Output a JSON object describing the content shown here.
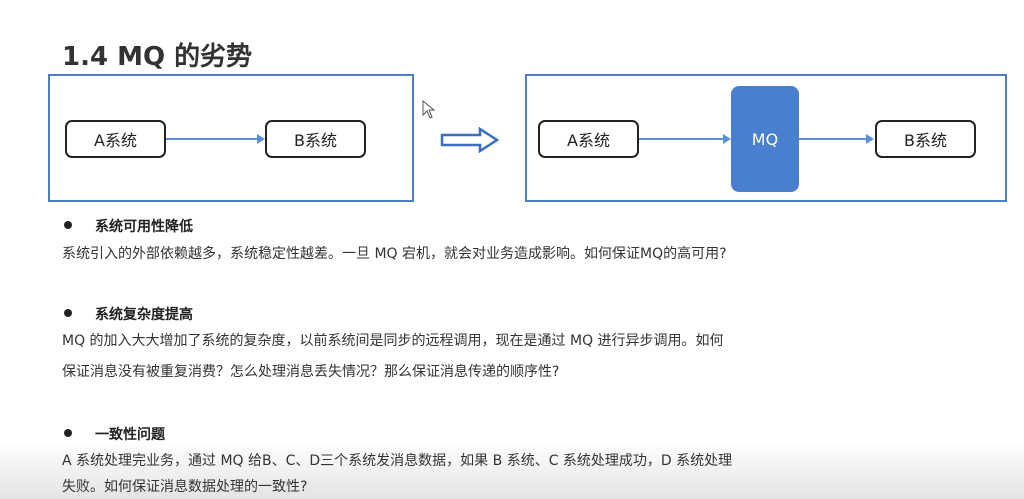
{
  "title": "1.4 MQ 的劣势",
  "diagram": {
    "before": {
      "a": "A系统",
      "b": "B系统"
    },
    "after": {
      "a": "A系统",
      "mq": "MQ",
      "b": "B系统"
    }
  },
  "sections": [
    {
      "heading": "系统可用性降低",
      "lines": [
        "系统引入的外部依赖越多，系统稳定性越差。一旦 MQ 宕机，就会对业务造成影响。如何保证MQ的高可用?"
      ]
    },
    {
      "heading": "系统复杂度提高",
      "lines": [
        "MQ 的加入大大增加了系统的复杂度，以前系统间是同步的远程调用，现在是通过 MQ 进行异步调用。如何",
        "保证消息没有被重复消费？怎么处理消息丢失情况？那么保证消息传递的顺序性?"
      ]
    },
    {
      "heading": "一致性问题",
      "lines": [
        "A 系统处理完业务，通过 MQ 给B、C、D三个系统发消息数据，如果 B 系统、C 系统处理成功，D 系统处理",
        "失败。如何保证消息数据处理的一致性?"
      ]
    }
  ]
}
